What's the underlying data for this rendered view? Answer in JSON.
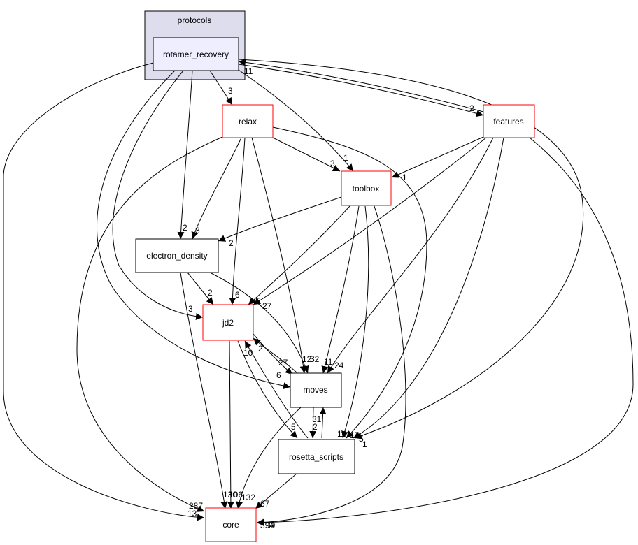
{
  "colors": {
    "cluster_fill": "#ddddee",
    "main_fill": "#eeeeff",
    "red": "#ff0000",
    "black": "#000000"
  },
  "cluster": {
    "label": "protocols"
  },
  "nodes": [
    {
      "id": "rotamer_recovery",
      "label": "rotamer_recovery",
      "border": "#000000",
      "main": true
    },
    {
      "id": "relax",
      "label": "relax",
      "border": "#ff0000"
    },
    {
      "id": "features",
      "label": "features",
      "border": "#ff0000"
    },
    {
      "id": "toolbox",
      "label": "toolbox",
      "border": "#ff0000"
    },
    {
      "id": "electron_density",
      "label": "electron_density",
      "border": "#000000"
    },
    {
      "id": "jd2",
      "label": "jd2",
      "border": "#ff0000"
    },
    {
      "id": "moves",
      "label": "moves",
      "border": "#000000"
    },
    {
      "id": "rosetta_scripts",
      "label": "rosetta_scripts",
      "border": "#000000"
    },
    {
      "id": "core",
      "label": "core",
      "border": "#ff0000"
    }
  ],
  "edge_labels": {
    "rr_core_13": "13",
    "relax_core_287": "287",
    "rr_relax": "3",
    "rr_features": "2",
    "features_rr": "11",
    "rr_toolbox": "1",
    "rr_ed": "2",
    "relax_ed": "3",
    "relax_toolbox": "3",
    "features_toolbox": "1",
    "toolbox_ed": "2",
    "ed_jd2": "2",
    "relax_jd2": "6",
    "toolbox_jd2": "5",
    "features_jd2": "27",
    "rr_jd2": "3",
    "relax_moves": "12",
    "ed_moves": "32",
    "toolbox_moves": "11",
    "features_moves": "24",
    "rr_moves": "6",
    "jd2_moves": "27",
    "moves_jd2": "2",
    "rs_jd2": "10",
    "jd2_rs": "5",
    "moves_rs": "2",
    "rs_moves": "31",
    "relax_rs": "14",
    "toolbox_rs": "14",
    "features_rs": "17",
    "rr_rs": "5",
    "rs_core_1": "1",
    "ed_core": "130",
    "jd2_core": "106",
    "moves_core": "132",
    "rs_core": "67",
    "toolbox_core": "394",
    "features_core": "39"
  }
}
